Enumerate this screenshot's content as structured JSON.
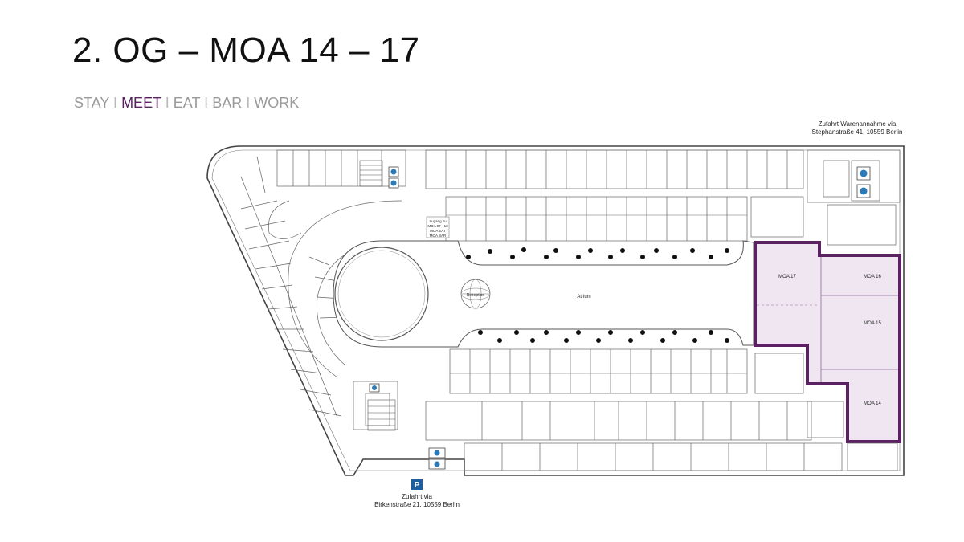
{
  "header": {
    "title": "2. OG – MOA 14 – 17",
    "separator": "I",
    "nav": [
      {
        "label": "STAY",
        "active": false
      },
      {
        "label": "MEET",
        "active": true
      },
      {
        "label": "EAT",
        "active": false
      },
      {
        "label": "BAR",
        "active": false
      },
      {
        "label": "WORK",
        "active": false
      }
    ]
  },
  "plan": {
    "access_top_line1": "Zufahrt Warenannahme via",
    "access_top_line2": "Stephanstraße 41, 10559 Berlin",
    "access_bottom_line1": "Zufahrt via",
    "access_bottom_line2": "Birkenstraße 21, 10559 Berlin",
    "parking_symbol": "P",
    "atrium": "Atrium",
    "reception": "Rezeption",
    "stair_note_line1": "Zugang zu",
    "stair_note_line2": "MOA 07 - 13",
    "stair_note_line3": "MOA EAT",
    "stair_note_line4": "MOA BAR",
    "rooms": [
      "MOA 17",
      "MOA 16",
      "MOA 15",
      "MOA 14"
    ]
  },
  "colors": {
    "highlight_stroke": "#5b2163",
    "highlight_fill": "#efe6f1",
    "lines": "#555555",
    "accent_blue": "#2a7ab8"
  }
}
